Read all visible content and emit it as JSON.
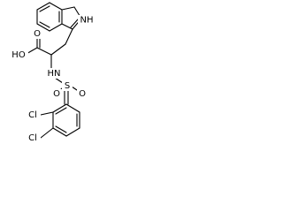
{
  "molecule": {
    "labels": {
      "nh": "NH",
      "ho": "HO",
      "o_acid": "O",
      "hn": "HN",
      "s": "S",
      "o_s_left": "O",
      "o_s_right": "O",
      "cl_upper": "Cl",
      "cl_lower": "Cl"
    },
    "colors": {
      "bond": "#000000",
      "text": "#000000",
      "background": "#ffffff"
    }
  }
}
